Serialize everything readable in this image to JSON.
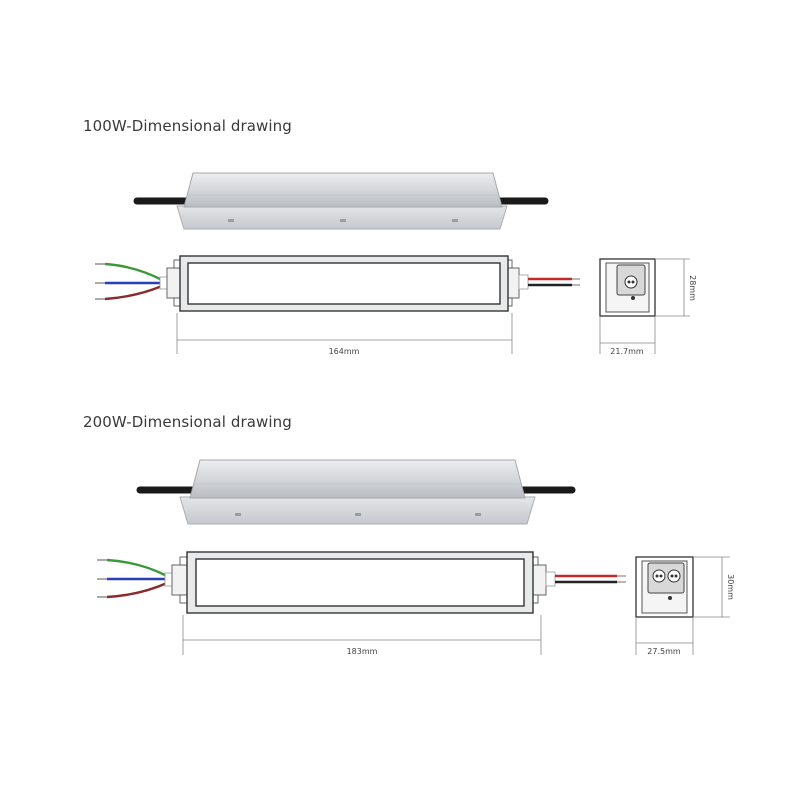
{
  "section_100w": {
    "title": "100W-Dimensional drawing",
    "length_label": "164mm",
    "width_label": "21.7mm",
    "height_label": "28mm"
  },
  "section_200w": {
    "title": "200W-Dimensional drawing",
    "length_label": "183mm",
    "width_label": "27.5mm",
    "height_label": "30mm"
  },
  "colors": {
    "cable": "#1a1a1a",
    "wire_green": "#3a9a3a",
    "wire_blue": "#2a3fb0",
    "wire_brown": "#8a2a2a",
    "wire_red": "#c02a2a",
    "wire_black": "#222222",
    "housing": "#d6d8dc"
  }
}
